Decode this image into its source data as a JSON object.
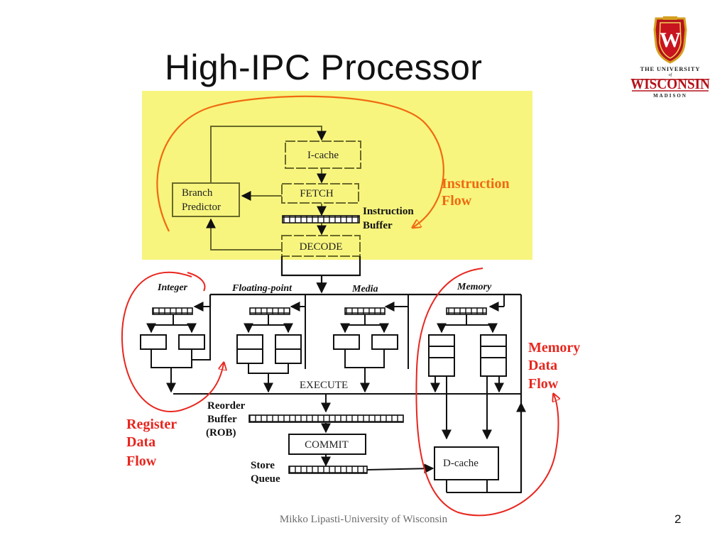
{
  "slide": {
    "title": "High-IPC Processor",
    "footer": "Mikko Lipasti-University of Wisconsin",
    "page_number": "2"
  },
  "logo": {
    "line1": "THE UNIVERSITY",
    "line2": "of",
    "line3": "WISCONSIN",
    "line4": "MADISON",
    "crest_letter": "W"
  },
  "diagram": {
    "icache": "I-cache",
    "fetch": "FETCH",
    "decode": "DECODE",
    "branch_predictor_1": "Branch",
    "branch_predictor_2": "Predictor",
    "instruction_buffer_1": "Instruction",
    "instruction_buffer_2": "Buffer",
    "instruction_flow_1": "Instruction",
    "instruction_flow_2": "Flow",
    "integer": "Integer",
    "floating_point": "Floating-point",
    "media": "Media",
    "memory": "Memory",
    "execute": "EXECUTE",
    "reorder_1": "Reorder",
    "reorder_2": "Buffer",
    "reorder_3": "(ROB)",
    "commit": "COMMIT",
    "store_1": "Store",
    "store_2": "Queue",
    "dcache": "D-cache",
    "register_flow_1": "Register",
    "register_flow_2": "Data",
    "register_flow_3": "Flow",
    "memory_flow_1": "Memory",
    "memory_flow_2": "Data",
    "memory_flow_3": "Flow"
  },
  "colors": {
    "highlight": "#f7f57e",
    "red": "#e8261e",
    "orange": "#f06a10",
    "badger_red": "#b5121b"
  }
}
